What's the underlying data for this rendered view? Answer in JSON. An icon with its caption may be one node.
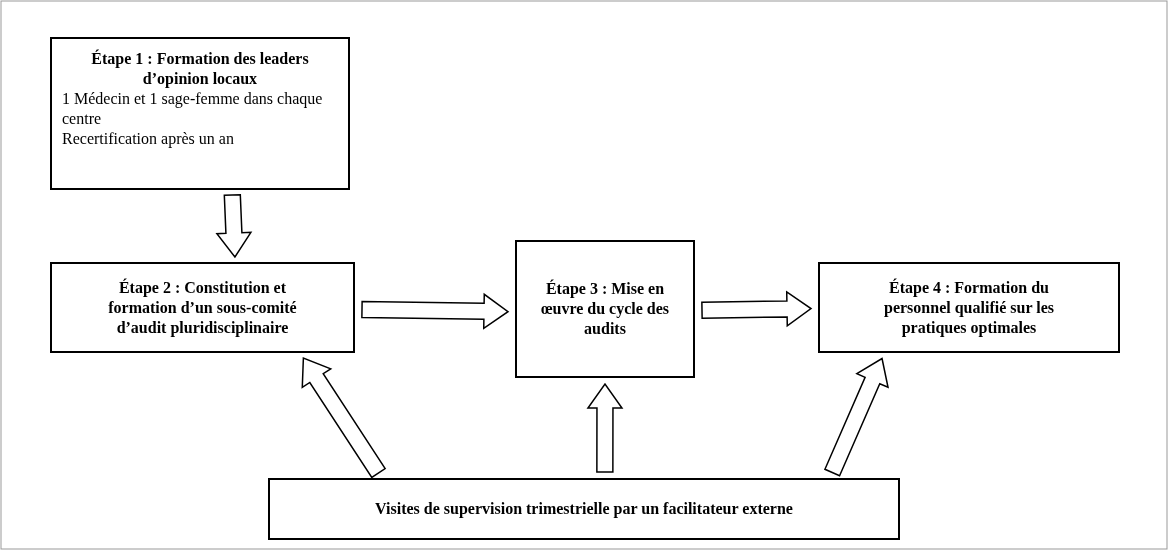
{
  "diagram": {
    "nodes": [
      {
        "text": [
          "Étape 1 : Formation des leaders d’opinion locaux",
          "1 Médecin et 1 sage-femme dans chaque centre",
          "Recertification après un an"
        ]
      },
      {
        "text": [
          "Étape 2 : Constitution et formation d’un sous-comité d’audit pluridisciplinaire"
        ]
      },
      {
        "text": [
          "Étape 3 : Mise en œuvre du cycle des audits"
        ]
      },
      {
        "text": [
          "Étape 4 : Formation du personnel qualifié sur les pratiques optimales"
        ]
      },
      {
        "text": [
          "Visites de supervision trimestrielle par un facilitateur externe"
        ]
      }
    ],
    "edges": [
      {
        "from": 0,
        "to": 1,
        "arrow": "to"
      },
      {
        "from": 1,
        "to": 2,
        "arrow": "to"
      },
      {
        "from": 2,
        "to": 3,
        "arrow": "to"
      },
      {
        "from": 4,
        "to": 1,
        "arrow": "to"
      },
      {
        "from": 4,
        "to": 2,
        "arrow": "to"
      },
      {
        "from": 4,
        "to": 3,
        "arrow": "to"
      }
    ]
  }
}
